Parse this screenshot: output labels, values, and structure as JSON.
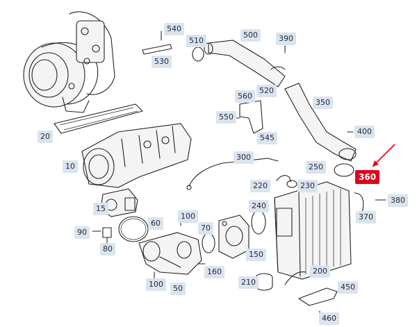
{
  "callouts": [
    {
      "id": "540",
      "label": "540"
    },
    {
      "id": "530",
      "label": "530"
    },
    {
      "id": "510",
      "label": "510"
    },
    {
      "id": "500",
      "label": "500"
    },
    {
      "id": "390",
      "label": "390"
    },
    {
      "id": "520",
      "label": "520"
    },
    {
      "id": "560",
      "label": "560"
    },
    {
      "id": "550",
      "label": "550"
    },
    {
      "id": "545",
      "label": "545"
    },
    {
      "id": "350",
      "label": "350"
    },
    {
      "id": "400",
      "label": "400"
    },
    {
      "id": "20",
      "label": "20"
    },
    {
      "id": "10",
      "label": "10"
    },
    {
      "id": "300",
      "label": "300"
    },
    {
      "id": "250",
      "label": "250"
    },
    {
      "id": "360",
      "label": "360"
    },
    {
      "id": "220",
      "label": "220"
    },
    {
      "id": "230",
      "label": "230"
    },
    {
      "id": "380",
      "label": "380"
    },
    {
      "id": "240",
      "label": "240"
    },
    {
      "id": "370",
      "label": "370"
    },
    {
      "id": "15",
      "label": "15"
    },
    {
      "id": "100a",
      "label": "100"
    },
    {
      "id": "60",
      "label": "60"
    },
    {
      "id": "70",
      "label": "70"
    },
    {
      "id": "90",
      "label": "90"
    },
    {
      "id": "80",
      "label": "80"
    },
    {
      "id": "150",
      "label": "150"
    },
    {
      "id": "160",
      "label": "160"
    },
    {
      "id": "200",
      "label": "200"
    },
    {
      "id": "100b",
      "label": "100"
    },
    {
      "id": "50",
      "label": "50"
    },
    {
      "id": "210",
      "label": "210"
    },
    {
      "id": "450",
      "label": "450"
    },
    {
      "id": "460",
      "label": "460"
    }
  ],
  "highlight_color": "#e0001b",
  "label_bg_color": "#dbe3ee"
}
